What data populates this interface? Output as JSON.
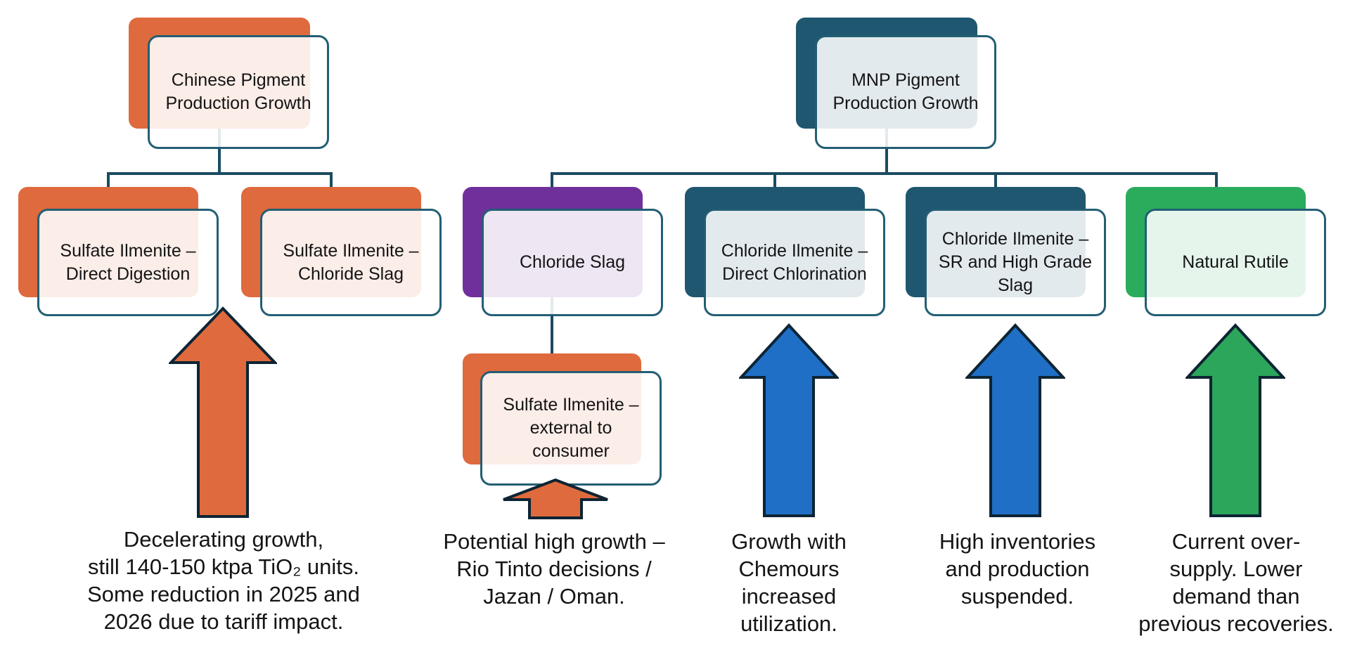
{
  "colors": {
    "orange": "#DF6A3D",
    "dark_blue": "#1F5670",
    "purple": "#70309B",
    "green": "#2BAC5C",
    "arrow_blue": "#1F6FC7",
    "arrow_green": "#2BA65A",
    "box_border": "#235E74",
    "connector": "#1A4C61",
    "arrow_outline": "#0D2433",
    "text": "#141414"
  },
  "nodes": {
    "chinese_root": {
      "label": "Chinese Pigment\nProduction Growth"
    },
    "mnp_root": {
      "label": "MNP Pigment\nProduction Growth"
    },
    "sulfate_direct_digestion": {
      "label": "Sulfate Ilmenite –\nDirect Digestion"
    },
    "sulfate_chloride_slag": {
      "label": "Sulfate Ilmenite –\nChloride Slag"
    },
    "chloride_slag": {
      "label": "Chloride Slag"
    },
    "chloride_direct_chlorination": {
      "label": "Chloride Ilmenite –\nDirect Chlorination"
    },
    "chloride_sr_high_grade": {
      "label": "Chloride Ilmenite –\nSR and High Grade\nSlag"
    },
    "natural_rutile": {
      "label": "Natural Rutile"
    },
    "sulfate_external": {
      "label": "Sulfate Ilmenite –\nexternal to\nconsumer"
    }
  },
  "annotations": {
    "china": "Decelerating growth,\nstill 140-150 ktpa TiO₂ units.\nSome reduction in 2025 and\n2026 due to tariff impact.",
    "chloride_slag": "Potential high growth –\nRio Tinto decisions /\nJazan / Oman.",
    "direct_chlorination": "Growth with\nChemours\nincreased\nutilization.",
    "sr_high_grade": "High inventories\nand production\nsuspended.",
    "natural_rutile": "Current over-\nsupply. Lower\ndemand than\nprevious recoveries."
  }
}
